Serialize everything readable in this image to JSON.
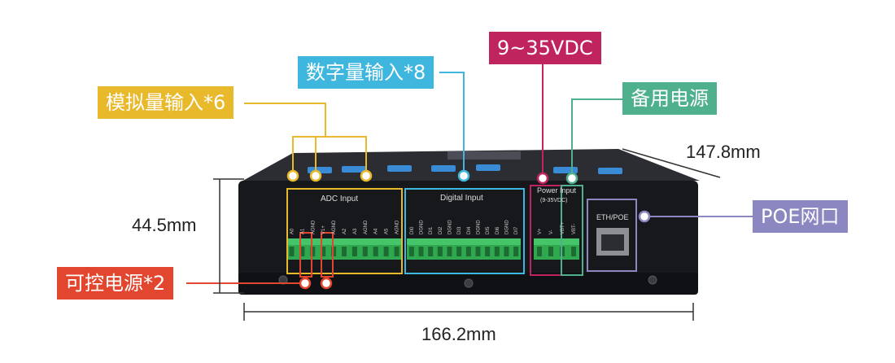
{
  "callouts": {
    "analog_input": {
      "text": "模拟量输入*6",
      "color": "#e8b92a"
    },
    "digital_input": {
      "text": "数字量输入*8",
      "color": "#3eb6de"
    },
    "power_input": {
      "text": "9~35VDC",
      "color": "#c0245e"
    },
    "backup_power": {
      "text": "备用电源",
      "color": "#4fb08e"
    },
    "poe_port": {
      "text": "POE网口",
      "color": "#8a87c1"
    },
    "controlled_power": {
      "text": "可控电源*2",
      "color": "#e2462e"
    }
  },
  "dimensions": {
    "height": "44.5mm",
    "depth": "147.8mm",
    "width": "166.2mm"
  },
  "panel": {
    "adc_title": "ADC Input",
    "digital_title": "Digital Input",
    "power_title": "Power Input",
    "power_range": "(9-35VDC)",
    "eth_label": "ETH/POE",
    "adc_pins": [
      "A0",
      "A1",
      "AGND",
      "V1+",
      "AGND",
      "A2",
      "A3",
      "AGND",
      "A4",
      "A5",
      "AGND"
    ],
    "digital_pins": [
      "DI0",
      "DGND",
      "DI1",
      "DI2",
      "DGND",
      "DI3",
      "DI4",
      "DGND",
      "DI5",
      "DI6",
      "DGND",
      "DI7"
    ],
    "power_pins": [
      "V+",
      "V-",
      "VBT+",
      "VBT-"
    ]
  }
}
